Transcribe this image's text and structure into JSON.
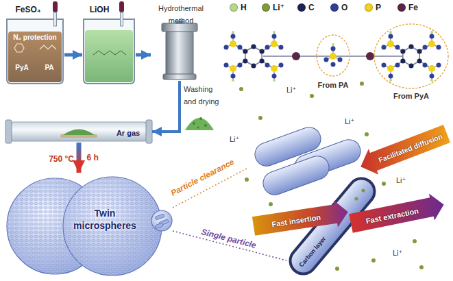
{
  "diagram": {
    "nodes": [
      {
        "text": [
          "FeSO₄",
          "N₂ protection",
          "PyA",
          "PA"
        ]
      },
      {
        "text": [
          "LiOH"
        ]
      },
      {
        "text": [
          "Hydrothermal method"
        ]
      },
      {
        "text": [
          "Ar gas"
        ]
      },
      {
        "text": [
          "Twin microspheres"
        ]
      }
    ],
    "edges": [
      {
        "from": 0,
        "to": 1,
        "arrow": "to"
      },
      {
        "from": 1,
        "to": 2,
        "arrow": "to"
      },
      {
        "from": 2,
        "to": 3,
        "label": "Washing and drying",
        "arrow": "to"
      },
      {
        "from": 3,
        "to": 4,
        "label": "750 °C",
        "arrow": "to"
      }
    ],
    "labels": [
      "6 h",
      "From PA",
      "From PyA",
      "Li⁺",
      "Li⁺",
      "Li⁺",
      "Li⁺",
      "Li⁺",
      "Particle clearance",
      "Single particle",
      "Facilitated diffusion",
      "Fast insertion",
      "Fast extraction",
      "Carbon layer"
    ],
    "legend": [
      {
        "text": "H",
        "color": "#b5d985"
      },
      {
        "text": "Li⁺",
        "color": "#7f9a3c"
      },
      {
        "text": "C",
        "color": "#1c2454"
      },
      {
        "text": "O",
        "color": "#2f3f96"
      },
      {
        "text": "P",
        "color": "#f1d21b"
      },
      {
        "text": "Fe",
        "color": "#5b2546"
      }
    ]
  }
}
